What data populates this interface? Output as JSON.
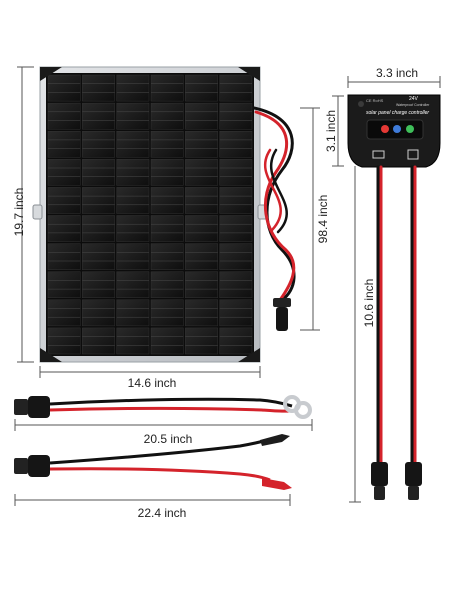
{
  "dimensions": {
    "panel_height": "19.7 inch",
    "panel_width": "14.6 inch",
    "panel_cable": "98.4 inch",
    "controller_width": "3.3 inch",
    "controller_height": "3.1 inch",
    "controller_cable": "10.6 inch",
    "ring_cable": "20.5 inch",
    "clip_cable": "22.4 inch"
  },
  "controller": {
    "voltage": "24V",
    "title": "solar panel charge controller",
    "subtitle": "Waterproof Controller",
    "marks": "CE RoHS"
  },
  "colors": {
    "cell": "#161616",
    "frame": "#c9ccd0",
    "cable_red": "#d4232b",
    "cable_black": "#111111",
    "led_red": "#e53935",
    "led_blue": "#3f7bd9",
    "led_green": "#3fbf5a"
  }
}
